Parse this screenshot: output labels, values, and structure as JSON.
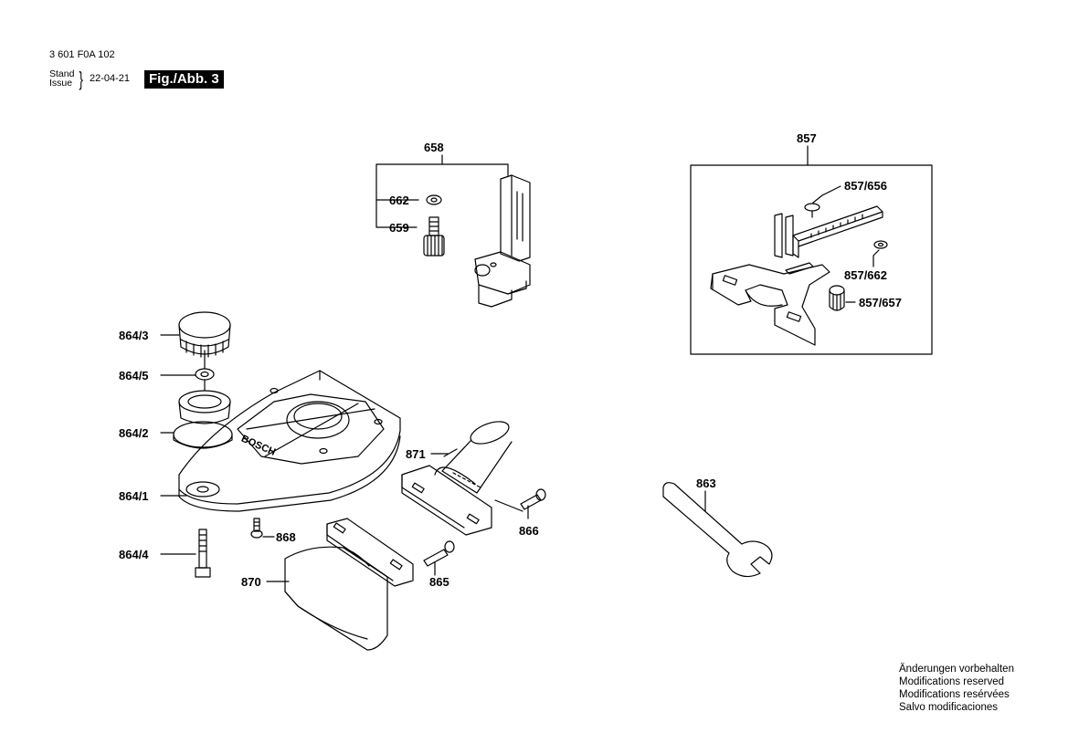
{
  "header": {
    "doc_number": "3 601 F0A 102",
    "stand_label": "Stand",
    "issue_label": "Issue",
    "issue_date": "22-04-21",
    "figure_label": "Fig./Abb. 3"
  },
  "parts": {
    "p658": "658",
    "p662": "662",
    "p659": "659",
    "p857": "857",
    "p857_656": "857/656",
    "p857_662": "857/662",
    "p857_657": "857/657",
    "p864_3": "864/3",
    "p864_5": "864/5",
    "p864_2": "864/2",
    "p864_1": "864/1",
    "p864_4": "864/4",
    "p868": "868",
    "p870": "870",
    "p871": "871",
    "p865": "865",
    "p866": "866",
    "p863": "863"
  },
  "base_plate_text": "BOSCH",
  "notes": [
    "Änderungen vorbehalten",
    "Modifications reserved",
    "Modifications resérvées",
    "Salvo modificaciones"
  ]
}
